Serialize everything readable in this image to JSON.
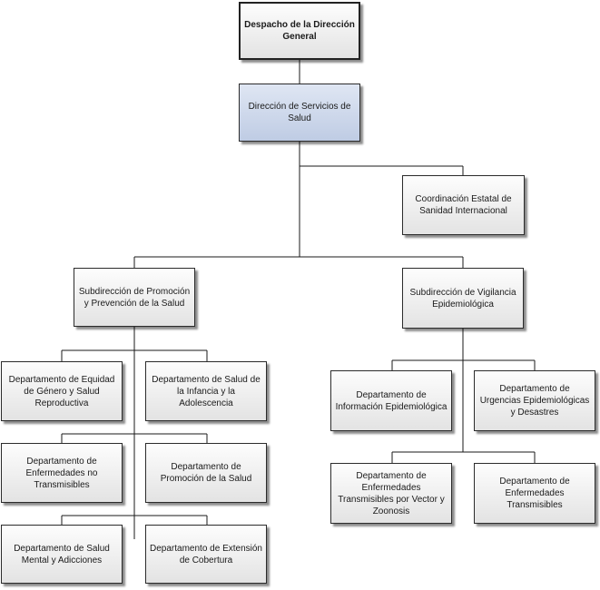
{
  "org": {
    "despacho": "Despacho de la Dirección General",
    "direccion": "Dirección de Servicios de Salud",
    "coordinacion": "Coordinación Estatal de Sanidad Internacional",
    "sub_promocion": "Subdirección de Promoción y Prevención de la Salud",
    "sub_vigilancia": "Subdirección de Vigilancia Epidemiológica",
    "dep_equidad": "Departamento de Equidad de Género y Salud Reproductiva",
    "dep_infancia": "Departamento de Salud de la Infancia y la Adolescencia",
    "dep_enf_no_trans": "Departamento de Enfermedades no Transmisibles",
    "dep_promocion": "Departamento de Promoción de la Salud",
    "dep_mental": "Departamento de Salud Mental y Adicciones",
    "dep_extension": "Departamento de Extensión de Cobertura",
    "dep_informacion": "Departamento de Información Epidemiológica",
    "dep_urgencias": "Departamento de Urgencias Epidemiológicas y Desastres",
    "dep_vector": "Departamento de Enfermedades Transmisibles por Vector y Zoonosis",
    "dep_transmisibles": "Departamento de Enfermedades Transmisibles"
  }
}
